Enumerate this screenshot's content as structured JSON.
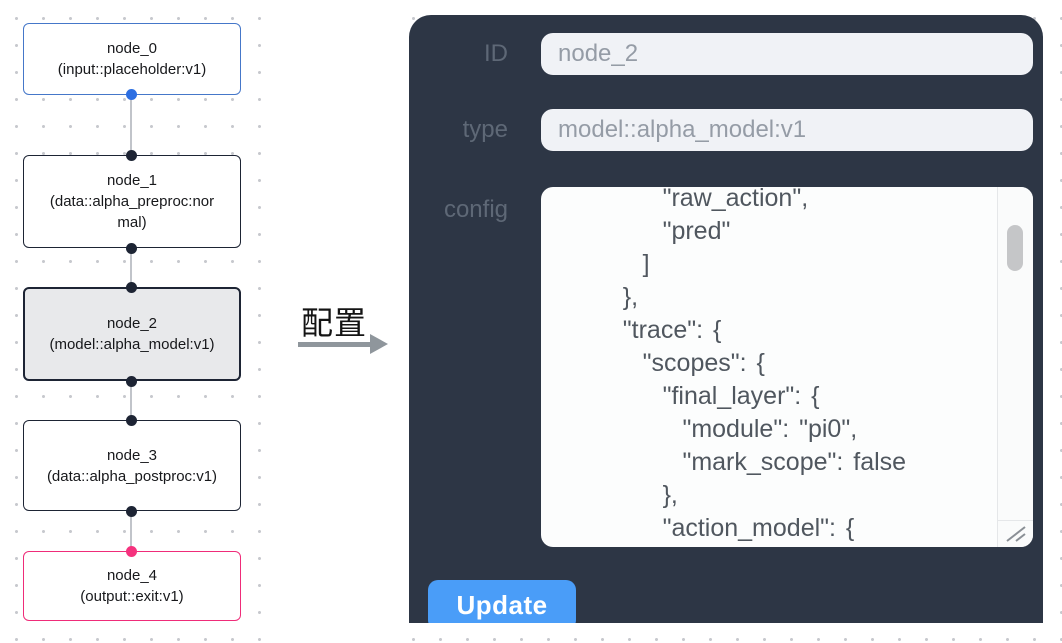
{
  "flow": {
    "nodes": [
      {
        "title": "node_0",
        "subtitle": "(input::placeholder:v1)"
      },
      {
        "title": "node_1",
        "subtitle": "(data::alpha_preproc:normal)"
      },
      {
        "title": "node_2",
        "subtitle": "(model::alpha_model:v1)"
      },
      {
        "title": "node_3",
        "subtitle": "(data::alpha_postproc:v1)"
      },
      {
        "title": "node_4",
        "subtitle": "(output::exit:v1)"
      }
    ],
    "selected_node": "node_2"
  },
  "transition": {
    "label": "配置"
  },
  "panel": {
    "id_label": "ID",
    "id_value": "node_2",
    "type_label": "type",
    "type_value": "model::alpha_model:v1",
    "config_label": "config",
    "config_text": "        \"raw_action\",\n        \"pred\"\n      ]\n    },\n    \"trace\": {\n      \"scopes\": {\n        \"final_layer\": {\n          \"module\": \"pi0\",\n          \"mark_scope\": false\n        },\n        \"action_model\": {",
    "update_label": "Update"
  },
  "colors": {
    "panel_bg": "#2d3645",
    "accent_blue": "#4a9df8",
    "input_node_border": "#4577c9",
    "output_node_border": "#ef2c79",
    "selected_node_bg": "#e8e9eb",
    "port_default": "#1d2434",
    "port_source_blue": "#2c6ee2",
    "port_output_pink": "#f5327e",
    "edge_gray": "#c1c4ca",
    "input_bg": "#f0f2f6"
  }
}
